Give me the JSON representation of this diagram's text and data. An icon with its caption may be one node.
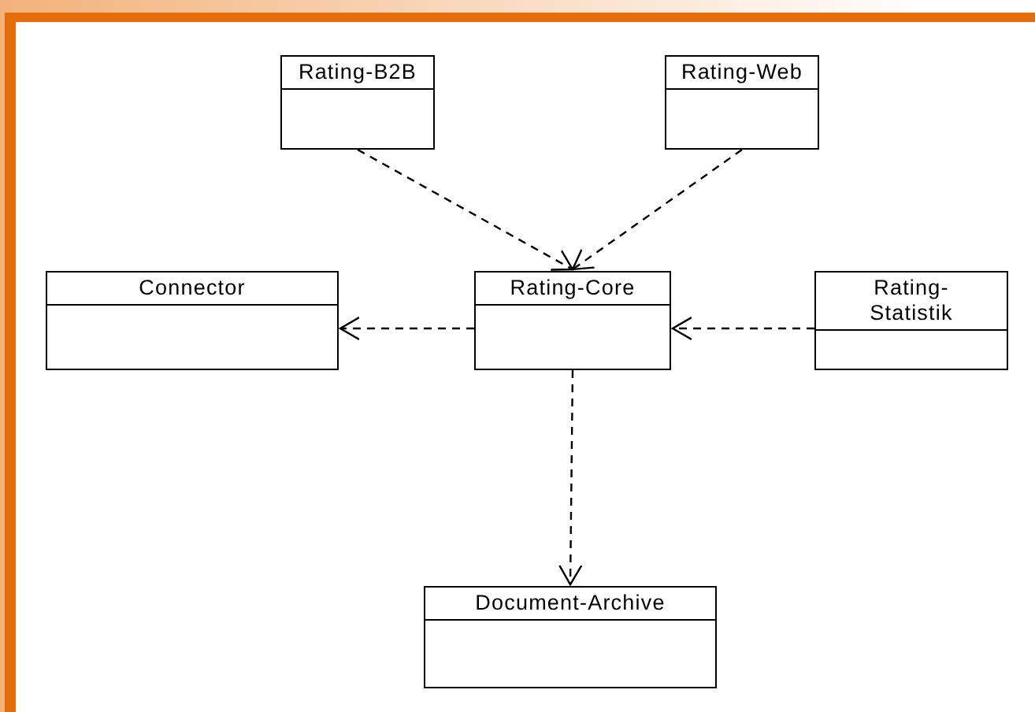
{
  "diagram": {
    "nodes": [
      {
        "text": [
          "Rating-B2B"
        ]
      },
      {
        "text": [
          "Rating-Web"
        ]
      },
      {
        "text": [
          "Connector"
        ]
      },
      {
        "text": [
          "Rating-Core"
        ]
      },
      {
        "text": [
          "Rating-Statistik"
        ]
      },
      {
        "text": [
          "Document-Archive"
        ]
      }
    ],
    "edges": [
      {
        "from": 0,
        "to": 3,
        "arrow": "to",
        "style": "dashed"
      },
      {
        "from": 1,
        "to": 3,
        "arrow": "to",
        "style": "dashed"
      },
      {
        "from": 3,
        "to": 2,
        "arrow": "to",
        "style": "dashed"
      },
      {
        "from": 4,
        "to": 3,
        "arrow": "to",
        "style": "dashed"
      },
      {
        "from": 3,
        "to": 5,
        "arrow": "to",
        "style": "dashed"
      }
    ]
  }
}
